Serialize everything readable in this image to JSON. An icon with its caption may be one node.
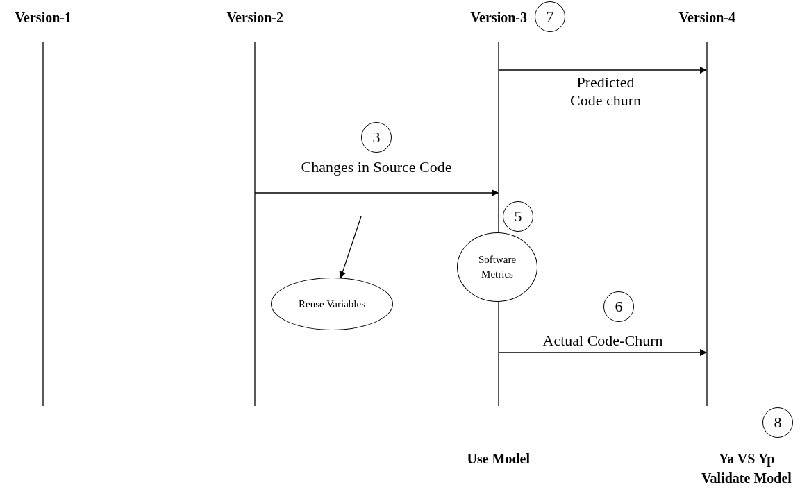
{
  "diagram": {
    "nodes": [
      {
        "text": [
          "Version-1"
        ]
      },
      {
        "text": [
          "Version-2"
        ]
      },
      {
        "text": [
          "Version-3"
        ]
      },
      {
        "text": [
          "Version-4"
        ]
      },
      {
        "text": [
          "7"
        ]
      },
      {
        "text": [
          "3"
        ]
      },
      {
        "text": [
          "5"
        ]
      },
      {
        "text": [
          "Software Metrics"
        ]
      },
      {
        "text": [
          "Reuse Variables"
        ]
      },
      {
        "text": [
          "6"
        ]
      },
      {
        "text": [
          "8"
        ]
      }
    ],
    "edges": [
      {
        "from": 2,
        "to": 3,
        "arrow": "to",
        "label": "Predicted Code churn"
      },
      {
        "from": 1,
        "to": 2,
        "arrow": "to",
        "label": "Changes in Source Code"
      },
      {
        "from": null,
        "to": 8,
        "arrow": "to"
      },
      {
        "from": 2,
        "to": 3,
        "arrow": "to",
        "label": "Actual Code-Churn"
      }
    ],
    "labels": [
      "Use Model",
      "Ya VS Yp",
      "Validate Model"
    ]
  }
}
